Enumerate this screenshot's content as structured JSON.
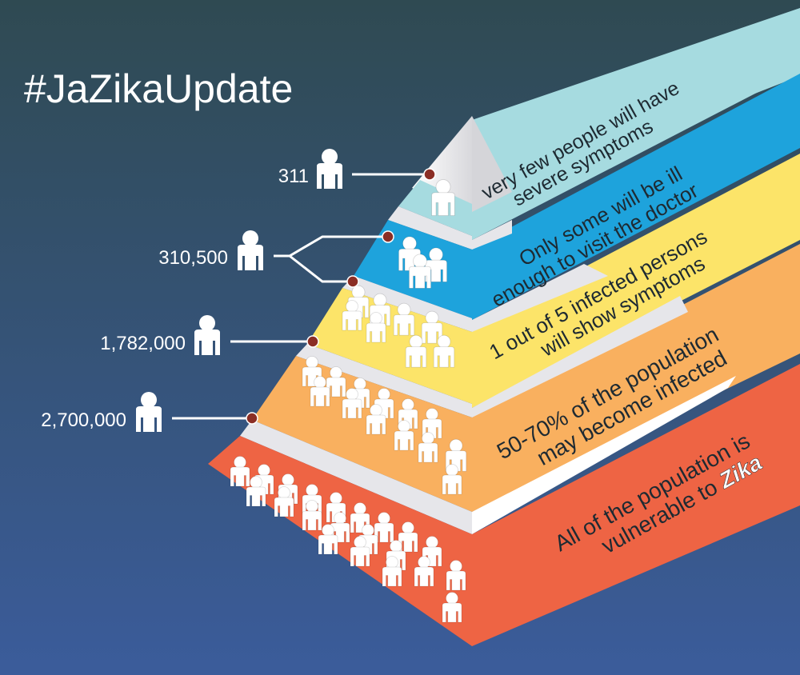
{
  "title": "#JaZikaUpdate",
  "tiers": [
    {
      "count": "311",
      "line1": "very few people will have",
      "line2": "severe symptoms",
      "line2_highlight": "",
      "band_color": "#a6dbe0",
      "text_color": "#1e2a32"
    },
    {
      "count": "310,500",
      "line1": "Only some will be ill",
      "line2": "enough to visit the doctor",
      "line2_highlight": "",
      "band_color": "#1ea3dc",
      "text_color": "#1e2a32"
    },
    {
      "count": "",
      "line1": "1 out of 5 infected persons",
      "line2": "will show symptoms",
      "line2_highlight": "",
      "band_color": "#fce469",
      "text_color": "#1e2a32"
    },
    {
      "count": "1,782,000",
      "line1": "50-70% of the population",
      "line2": "may become infected",
      "line2_highlight": "",
      "band_color": "#f9b05f",
      "text_color": "#1e2a32"
    },
    {
      "count": "2,700,000",
      "line1": "All of the population is",
      "line2": "vulnerable to ",
      "line2_highlight": "Zika",
      "band_color": "#ee6444",
      "text_color": "#1e2a32"
    }
  ],
  "colors": {
    "bg_top": "#2f4a52",
    "bg_bottom": "#3b5c9b",
    "marker": "#8b2e25",
    "pyramid_light": "#e6e6ea"
  }
}
